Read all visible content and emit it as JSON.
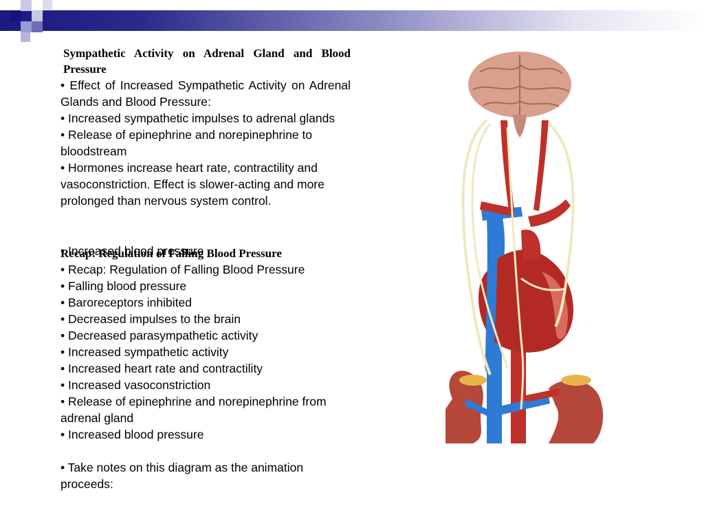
{
  "slide": {
    "heading1": "Sympathetic Activity on Adrenal Gland and Blood Pressure",
    "block1": [
      "• Effect of Increased Sympathetic Activity on Adrenal Glands and Blood Pressure:",
      "• Increased sympathetic impulses to adrenal glands",
      "• Release of epinephrine and norepinephrine to bloodstream",
      "• Hormones increase heart rate, contractility and vasoconstriction.  Effect is slower-acting and more prolonged than nervous system control.",
      "• Increased blood pressure"
    ],
    "heading2": "Recap: Regulation of Falling Blood Pressure",
    "block2": [
      "• Recap: Regulation of Falling Blood Pressure",
      "• Falling blood pressure",
      "• Baroreceptors inhibited",
      "• Decreased impulses to the brain",
      "• Decreased parasympathetic activity",
      "• Increased sympathetic activity",
      "• Increased heart rate and contractility",
      "• Increased vasoconstriction",
      "• Release of epinephrine and norepinephrine from adrenal gland",
      "• Increased blood pressure",
      "",
      "• Take notes on this diagram as the animation proceeds:"
    ]
  },
  "colors": {
    "title_bar_start": "#1a1a80",
    "brain": "#d9a08c",
    "artery": "#c0302a",
    "vein": "#2e7bd6",
    "nerve": "#efe8c0",
    "kidney": "#b5483a"
  }
}
